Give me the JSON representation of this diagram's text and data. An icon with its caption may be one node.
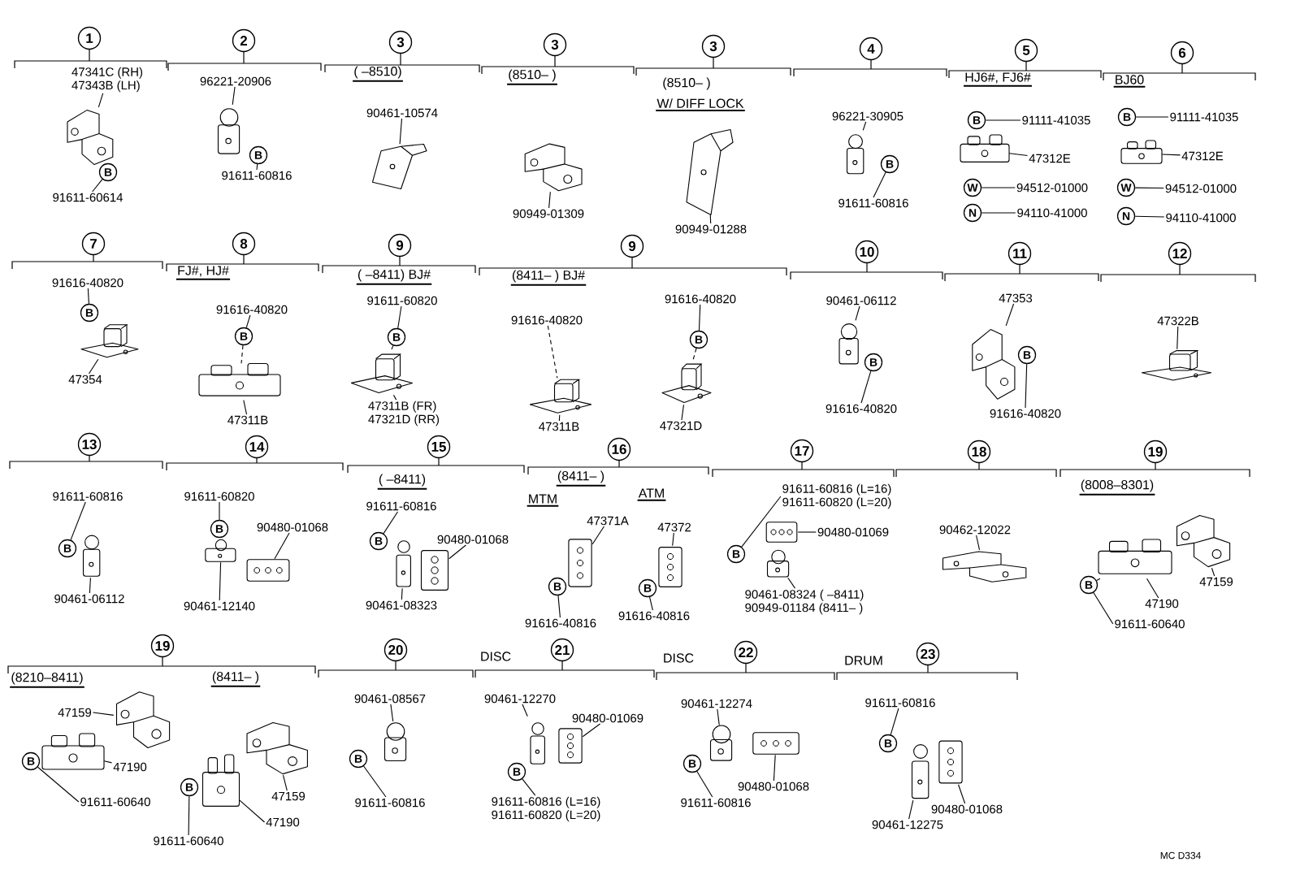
{
  "diagram": {
    "nodes": [
      {
        "text": [
          "1"
        ]
      },
      {
        "text": [
          "47341C (RH)",
          "47343B (LH)"
        ]
      },
      {
        "text": [],
        "shape": "picture"
      },
      {
        "text": [
          "B"
        ]
      },
      {
        "text": [
          "91611-60614"
        ]
      },
      {
        "text": [
          "2"
        ]
      },
      {
        "text": [
          "96221-20906"
        ]
      },
      {
        "text": [],
        "shape": "picture"
      },
      {
        "text": [
          "B"
        ]
      },
      {
        "text": [
          "91611-60816"
        ]
      },
      {
        "text": [
          "3"
        ]
      },
      {
        "text": [
          "90461-10574"
        ]
      },
      {
        "text": [],
        "shape": "picture"
      },
      {
        "text": [
          "3"
        ]
      },
      {
        "text": [],
        "shape": "picture"
      },
      {
        "text": [
          "90949-01309"
        ]
      },
      {
        "text": [
          "3"
        ]
      },
      {
        "text": [],
        "shape": "picture"
      },
      {
        "text": [
          "90949-01288"
        ]
      },
      {
        "text": [
          "4"
        ]
      },
      {
        "text": [
          "96221-30905"
        ]
      },
      {
        "text": [],
        "shape": "picture"
      },
      {
        "text": [
          "B"
        ]
      },
      {
        "text": [
          "91611-60816"
        ]
      },
      {
        "text": [
          "5"
        ]
      },
      {
        "text": [
          "B"
        ]
      },
      {
        "text": [
          "91111-41035"
        ]
      },
      {
        "text": [],
        "shape": "picture"
      },
      {
        "text": [
          "47312E"
        ]
      },
      {
        "text": [
          "W"
        ]
      },
      {
        "text": [
          "94512-01000"
        ]
      },
      {
        "text": [
          "N"
        ]
      },
      {
        "text": [
          "94110-41000"
        ]
      },
      {
        "text": [
          "6"
        ]
      },
      {
        "text": [
          "B"
        ]
      },
      {
        "text": [
          "91111-41035"
        ]
      },
      {
        "text": [],
        "shape": "picture"
      },
      {
        "text": [
          "47312E"
        ]
      },
      {
        "text": [
          "W"
        ]
      },
      {
        "text": [
          "94512-01000"
        ]
      },
      {
        "text": [
          "N"
        ]
      },
      {
        "text": [
          "94110-41000"
        ]
      },
      {
        "text": [
          "7"
        ]
      },
      {
        "text": [
          "91616-40820"
        ]
      },
      {
        "text": [
          "B"
        ]
      },
      {
        "text": [],
        "shape": "picture"
      },
      {
        "text": [
          "47354"
        ]
      },
      {
        "text": [
          "8"
        ]
      },
      {
        "text": [
          "91616-40820"
        ]
      },
      {
        "text": [
          "B"
        ]
      },
      {
        "text": [],
        "shape": "picture"
      },
      {
        "text": [
          "47311B"
        ]
      },
      {
        "text": [
          "9"
        ]
      },
      {
        "text": [
          "91611-60820"
        ]
      },
      {
        "text": [
          "B"
        ]
      },
      {
        "text": [],
        "shape": "picture"
      },
      {
        "text": [
          "47311B (FR)",
          "47321D (RR)"
        ]
      },
      {
        "text": [
          "9"
        ]
      },
      {
        "text": [
          "91616-40820"
        ]
      },
      {
        "text": [],
        "shape": "picture"
      },
      {
        "text": [
          "47311B"
        ]
      },
      {
        "text": [
          "91616-40820"
        ]
      },
      {
        "text": [
          "B"
        ]
      },
      {
        "text": [],
        "shape": "picture"
      },
      {
        "text": [
          "47321D"
        ]
      },
      {
        "text": [
          "10"
        ]
      },
      {
        "text": [
          "90461-06112"
        ]
      },
      {
        "text": [],
        "shape": "picture"
      },
      {
        "text": [
          "B"
        ]
      },
      {
        "text": [
          "91616-40820"
        ]
      },
      {
        "text": [
          "11"
        ]
      },
      {
        "text": [
          "47353"
        ]
      },
      {
        "text": [],
        "shape": "picture"
      },
      {
        "text": [
          "B"
        ]
      },
      {
        "text": [
          "91616-40820"
        ]
      },
      {
        "text": [
          "12"
        ]
      },
      {
        "text": [
          "47322B"
        ]
      },
      {
        "text": [],
        "shape": "picture"
      },
      {
        "text": [
          "13"
        ]
      },
      {
        "text": [
          "91611-60816"
        ]
      },
      {
        "text": [
          "B"
        ]
      },
      {
        "text": [],
        "shape": "picture"
      },
      {
        "text": [
          "90461-06112"
        ]
      },
      {
        "text": [
          "14"
        ]
      },
      {
        "text": [
          "91611-60820"
        ]
      },
      {
        "text": [
          "B"
        ]
      },
      {
        "text": [],
        "shape": "picture"
      },
      {
        "text": [],
        "shape": "picture"
      },
      {
        "text": [
          "90480-01068"
        ]
      },
      {
        "text": [
          "90461-12140"
        ]
      },
      {
        "text": [
          "15"
        ]
      },
      {
        "text": [
          "91611-60816"
        ]
      },
      {
        "text": [
          "B"
        ]
      },
      {
        "text": [],
        "shape": "picture"
      },
      {
        "text": [],
        "shape": "picture"
      },
      {
        "text": [
          "90480-01068"
        ]
      },
      {
        "text": [
          "90461-08323"
        ]
      },
      {
        "text": [
          "16"
        ]
      },
      {
        "text": [
          "47371A"
        ]
      },
      {
        "text": [],
        "shape": "picture"
      },
      {
        "text": [
          "B"
        ]
      },
      {
        "text": [
          "91616-40816"
        ]
      },
      {
        "text": [
          "47372"
        ]
      },
      {
        "text": [],
        "shape": "picture"
      },
      {
        "text": [
          "B"
        ]
      },
      {
        "text": [
          "91616-40816"
        ]
      },
      {
        "text": [
          "17"
        ]
      },
      {
        "text": [
          "91611-60816 (L=16)",
          "91611-60820 (L=20)"
        ]
      },
      {
        "text": [
          "B"
        ]
      },
      {
        "text": [],
        "shape": "picture"
      },
      {
        "text": [
          "90480-01069"
        ]
      },
      {
        "text": [],
        "shape": "picture"
      },
      {
        "text": [
          "90461-08324 ( –8411)",
          "90949-01184 (8411– )"
        ]
      },
      {
        "text": [
          "18"
        ]
      },
      {
        "text": [
          "90462-12022"
        ]
      },
      {
        "text": [],
        "shape": "picture"
      },
      {
        "text": [
          "19"
        ]
      },
      {
        "text": [],
        "shape": "picture"
      },
      {
        "text": [
          "47159"
        ]
      },
      {
        "text": [],
        "shape": "picture"
      },
      {
        "text": [
          "47190"
        ]
      },
      {
        "text": [
          "B"
        ]
      },
      {
        "text": [
          "91611-60640"
        ]
      },
      {
        "text": [
          "19"
        ]
      },
      {
        "text": [
          "47159"
        ]
      },
      {
        "text": [],
        "shape": "picture"
      },
      {
        "text": [],
        "shape": "picture"
      },
      {
        "text": [
          "47190"
        ]
      },
      {
        "text": [
          "B"
        ]
      },
      {
        "text": [
          "91611-60640"
        ]
      },
      {
        "text": [],
        "shape": "picture"
      },
      {
        "text": [],
        "shape": "picture"
      },
      {
        "text": [
          "B"
        ]
      },
      {
        "text": [
          "91611-60640"
        ]
      },
      {
        "text": [
          "47159"
        ]
      },
      {
        "text": [
          "47190"
        ]
      },
      {
        "text": [
          "20"
        ]
      },
      {
        "text": [
          "90461-08567"
        ]
      },
      {
        "text": [],
        "shape": "picture"
      },
      {
        "text": [
          "B"
        ]
      },
      {
        "text": [
          "91611-60816"
        ]
      },
      {
        "text": [
          "21"
        ]
      },
      {
        "text": [
          "90461-12270"
        ]
      },
      {
        "text": [],
        "shape": "picture"
      },
      {
        "text": [],
        "shape": "picture"
      },
      {
        "text": [
          "90480-01069"
        ]
      },
      {
        "text": [
          "B"
        ]
      },
      {
        "text": [
          "91611-60816 (L=16)",
          "91611-60820 (L=20)"
        ]
      },
      {
        "text": [
          "22"
        ]
      },
      {
        "text": [
          "90461-12274"
        ]
      },
      {
        "text": [],
        "shape": "picture"
      },
      {
        "text": [],
        "shape": "picture"
      },
      {
        "text": [
          "90480-01068"
        ]
      },
      {
        "text": [
          "B"
        ]
      },
      {
        "text": [
          "91611-60816"
        ]
      },
      {
        "text": [
          "23"
        ]
      },
      {
        "text": [
          "91611-60816"
        ]
      },
      {
        "text": [
          "B"
        ]
      },
      {
        "text": [],
        "shape": "picture"
      },
      {
        "text": [],
        "shape": "picture"
      },
      {
        "text": [
          "90480-01068"
        ]
      },
      {
        "text": [
          "90461-12275"
        ]
      }
    ],
    "edges": [
      {
        "from": 1,
        "to": 2,
        "arrow": "none"
      },
      {
        "from": 4,
        "to": 3,
        "arrow": "none"
      },
      {
        "from": 6,
        "to": 7,
        "arrow": "none"
      },
      {
        "from": 9,
        "to": 8,
        "arrow": "none"
      },
      {
        "from": 11,
        "to": 12,
        "arrow": "none"
      },
      {
        "from": 15,
        "to": 14,
        "arrow": "none"
      },
      {
        "from": 18,
        "to": 17,
        "arrow": "none"
      },
      {
        "from": 20,
        "to": 21,
        "arrow": "none"
      },
      {
        "from": 23,
        "to": 22,
        "arrow": "none"
      },
      {
        "from": 26,
        "to": 25,
        "arrow": "none"
      },
      {
        "from": 28,
        "to": 27,
        "arrow": "none"
      },
      {
        "from": 30,
        "to": 29,
        "arrow": "none"
      },
      {
        "from": 32,
        "to": 31,
        "arrow": "none"
      },
      {
        "from": 35,
        "to": 34,
        "arrow": "none"
      },
      {
        "from": 37,
        "to": 36,
        "arrow": "none"
      },
      {
        "from": 39,
        "to": 38,
        "arrow": "none"
      },
      {
        "from": 41,
        "to": 40,
        "arrow": "none"
      },
      {
        "from": 43,
        "to": 44,
        "arrow": "none"
      },
      {
        "from": 46,
        "to": 45,
        "arrow": "none"
      },
      {
        "from": 48,
        "to": 49,
        "arrow": "none"
      },
      {
        "from": 49,
        "to": 50,
        "arrow": "none",
        "style": "dashed"
      },
      {
        "from": 51,
        "to": 50,
        "arrow": "none"
      },
      {
        "from": 53,
        "to": 54,
        "arrow": "none"
      },
      {
        "from": 54,
        "to": 55,
        "arrow": "none",
        "style": "dashed"
      },
      {
        "from": 56,
        "to": 55,
        "arrow": "none"
      },
      {
        "from": 58,
        "to": 59,
        "arrow": "none",
        "style": "dashed"
      },
      {
        "from": 60,
        "to": 59,
        "arrow": "none"
      },
      {
        "from": 61,
        "to": 62,
        "arrow": "none"
      },
      {
        "from": 62,
        "to": 63,
        "arrow": "none",
        "style": "dashed"
      },
      {
        "from": 64,
        "to": 63,
        "arrow": "none"
      },
      {
        "from": 66,
        "to": 67,
        "arrow": "none"
      },
      {
        "from": 69,
        "to": 68,
        "arrow": "none"
      },
      {
        "from": 71,
        "to": 72,
        "arrow": "none"
      },
      {
        "from": 74,
        "to": 73,
        "arrow": "none"
      },
      {
        "from": 76,
        "to": 77,
        "arrow": "none"
      },
      {
        "from": 79,
        "to": 80,
        "arrow": "none"
      },
      {
        "from": 82,
        "to": 81,
        "arrow": "none"
      },
      {
        "from": 84,
        "to": 85,
        "arrow": "none"
      },
      {
        "from": 88,
        "to": 87,
        "arrow": "none"
      },
      {
        "from": 89,
        "to": 86,
        "arrow": "none"
      },
      {
        "from": 91,
        "to": 92,
        "arrow": "none"
      },
      {
        "from": 95,
        "to": 94,
        "arrow": "none"
      },
      {
        "from": 96,
        "to": 93,
        "arrow": "none"
      },
      {
        "from": 98,
        "to": 99,
        "arrow": "none"
      },
      {
        "from": 101,
        "to": 100,
        "arrow": "none"
      },
      {
        "from": 102,
        "to": 103,
        "arrow": "none"
      },
      {
        "from": 105,
        "to": 104,
        "arrow": "none"
      },
      {
        "from": 107,
        "to": 108,
        "arrow": "none"
      },
      {
        "from": 110,
        "to": 109,
        "arrow": "none"
      },
      {
        "from": 112,
        "to": 111,
        "arrow": "none"
      },
      {
        "from": 114,
        "to": 115,
        "arrow": "none"
      },
      {
        "from": 118,
        "to": 117,
        "arrow": "none"
      },
      {
        "from": 120,
        "to": 119,
        "arrow": "none"
      },
      {
        "from": 121,
        "to": 119,
        "arrow": "none",
        "style": "dashed"
      },
      {
        "from": 122,
        "to": 121,
        "arrow": "none"
      },
      {
        "from": 124,
        "to": 125,
        "arrow": "none"
      },
      {
        "from": 127,
        "to": 126,
        "arrow": "none"
      },
      {
        "from": 129,
        "to": 128,
        "arrow": "none"
      },
      {
        "from": 133,
        "to": 132,
        "arrow": "none"
      },
      {
        "from": 134,
        "to": 131,
        "arrow": "none"
      },
      {
        "from": 135,
        "to": 130,
        "arrow": "none"
      },
      {
        "from": 137,
        "to": 138,
        "arrow": "none"
      },
      {
        "from": 140,
        "to": 139,
        "arrow": "none"
      },
      {
        "from": 142,
        "to": 143,
        "arrow": "none"
      },
      {
        "from": 145,
        "to": 144,
        "arrow": "none"
      },
      {
        "from": 147,
        "to": 146,
        "arrow": "none"
      },
      {
        "from": 149,
        "to": 150,
        "arrow": "none"
      },
      {
        "from": 152,
        "to": 151,
        "arrow": "none"
      },
      {
        "from": 154,
        "to": 153,
        "arrow": "none"
      },
      {
        "from": 156,
        "to": 157,
        "arrow": "none"
      },
      {
        "from": 160,
        "to": 159,
        "arrow": "none"
      },
      {
        "from": 161,
        "to": 158,
        "arrow": "none"
      }
    ],
    "labels": [
      "( –8510)",
      "(8510– )",
      "(8510– )",
      "W/ DIFF LOCK",
      "HJ6#, FJ6#",
      "BJ60",
      "FJ#, HJ#",
      "( –8411) BJ#",
      "(8411– ) BJ#",
      "( –8411)",
      "(8411– )",
      "MTM",
      "ATM",
      "(8008–8301)",
      "(8210–8411)",
      "(8411– )",
      "DISC",
      "DISC",
      "DRUM",
      "MC D334"
    ]
  }
}
